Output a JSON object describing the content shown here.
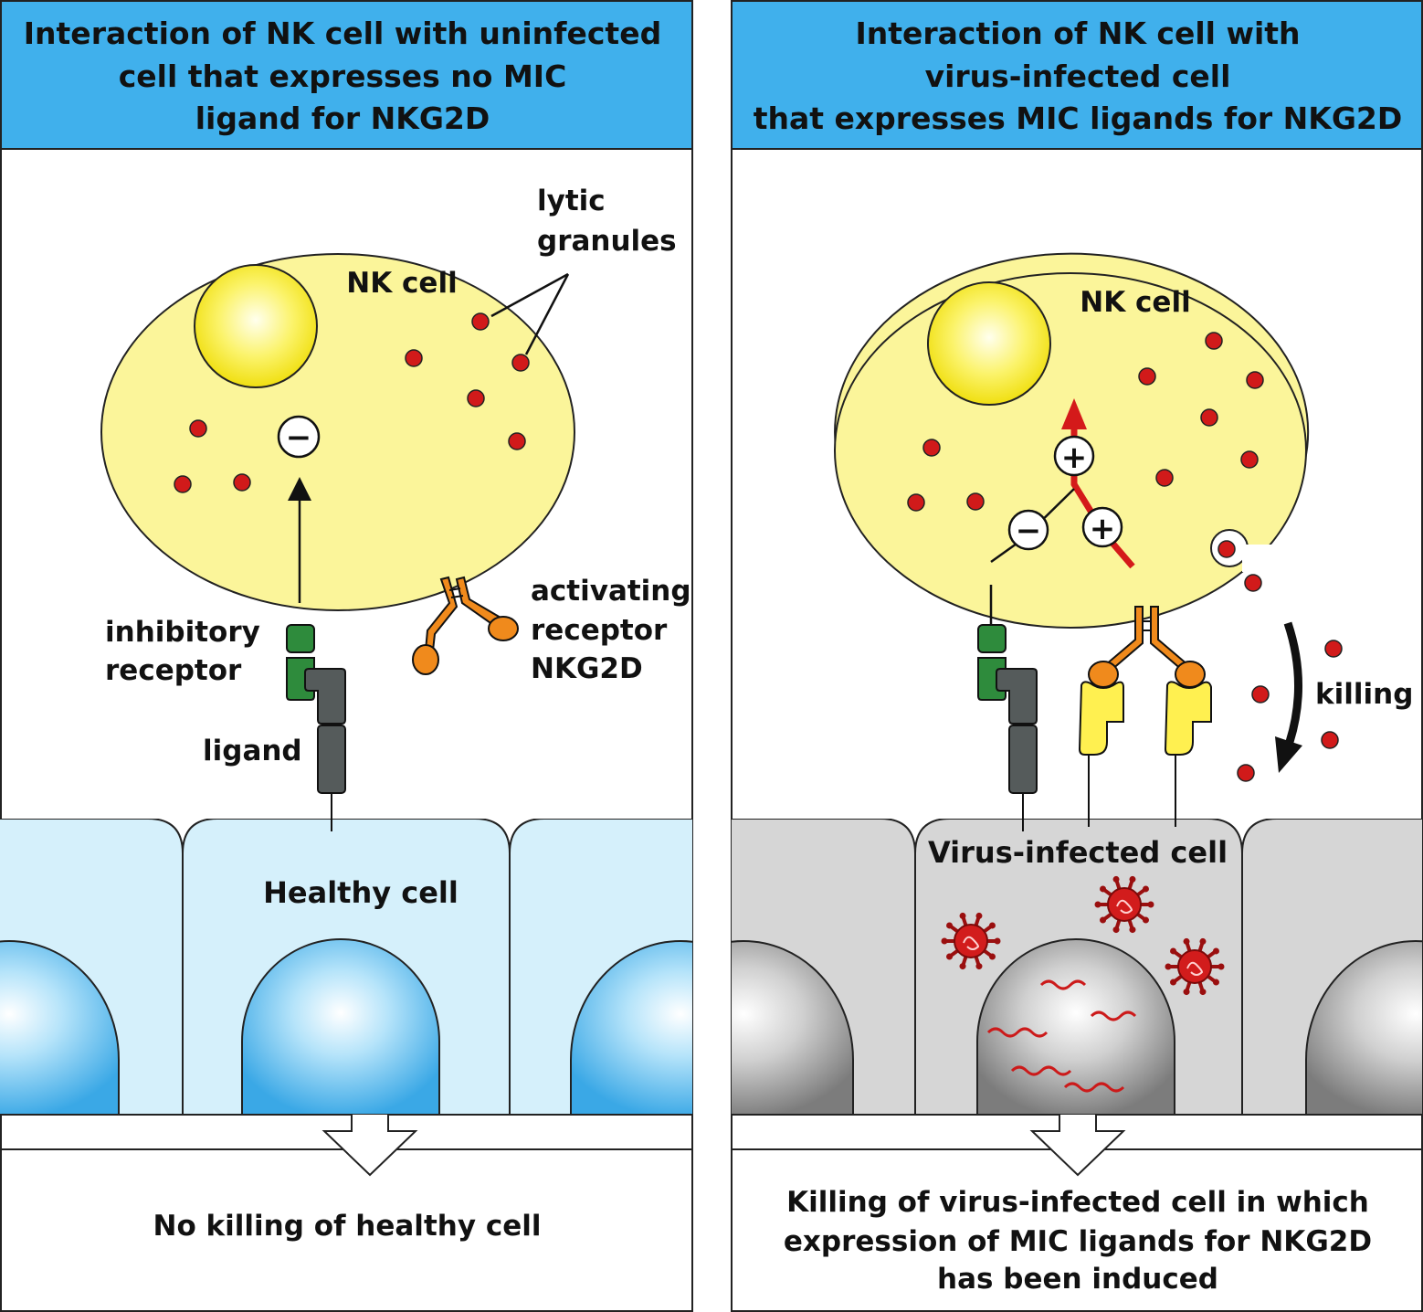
{
  "colors": {
    "header_bg": "#40b0ec",
    "nk_cell": "#fbf59a",
    "nucleus_center": "#ffffd8",
    "nucleus_edge": "#f2e41d",
    "granule": "#d11a1a",
    "inhibitory_receptor": "#2e8b3c",
    "ligand": "#555b5b",
    "activating_receptor": "#f08a1c",
    "mic_ligand": "#fff050",
    "healthy_tissue": "#d5f0fb",
    "healthy_nucleus": "#5ec2f0",
    "infected_tissue": "#d6d6d6",
    "infected_nucleus": "#9a9a9a",
    "virus": "#b01212",
    "kill_arrow": "#d41a1a"
  },
  "left_panel": {
    "header_lines": [
      "Interaction of NK cell with uninfected",
      "cell that expresses no MIC",
      "ligand for NKG2D"
    ],
    "nk_cell_label": "NK cell",
    "lytic_granules_lines": [
      "lytic",
      "granules"
    ],
    "inhibitory_receptor_lines": [
      "inhibitory",
      "receptor"
    ],
    "activating_receptor_lines": [
      "activating",
      "receptor",
      "NKG2D"
    ],
    "ligand_label": "ligand",
    "target_cell_label": "Healthy cell",
    "signal_symbol": "−",
    "result_lines": [
      "No killing of healthy cell"
    ]
  },
  "right_panel": {
    "header_lines": [
      "Interaction of NK cell with",
      "virus-infected cell",
      "that expresses MIC ligands for NKG2D"
    ],
    "nk_cell_label": "NK cell",
    "killing_label": "killing",
    "target_cell_label": "Virus-infected cell",
    "signal_symbols": [
      "+",
      "−",
      "+"
    ],
    "result_lines": [
      "Killing of virus-infected cell in which",
      "expression of MIC ligands for NKG2D",
      "has been induced"
    ]
  }
}
